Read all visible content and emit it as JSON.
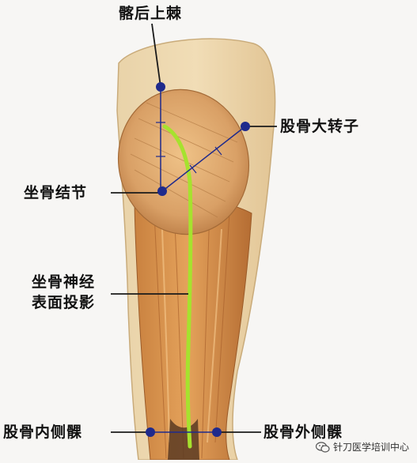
{
  "labels": {
    "iliac_crest": "髂后上棘",
    "greater_trochanter": "股骨大转子",
    "ischial_tuberosity": "坐骨结节",
    "sciatic_nerve_line1": "坐骨神经",
    "sciatic_nerve_line2": "表面投影",
    "medial_condyle": "股骨内侧髁",
    "lateral_condyle": "股骨外侧髁"
  },
  "watermark": {
    "text": "针刀医学培训中心",
    "icon": "wechat-icon"
  },
  "colors": {
    "nerve": "#a6e22e",
    "marker": "#1f2a8c",
    "leader": "#1a1a1a"
  }
}
